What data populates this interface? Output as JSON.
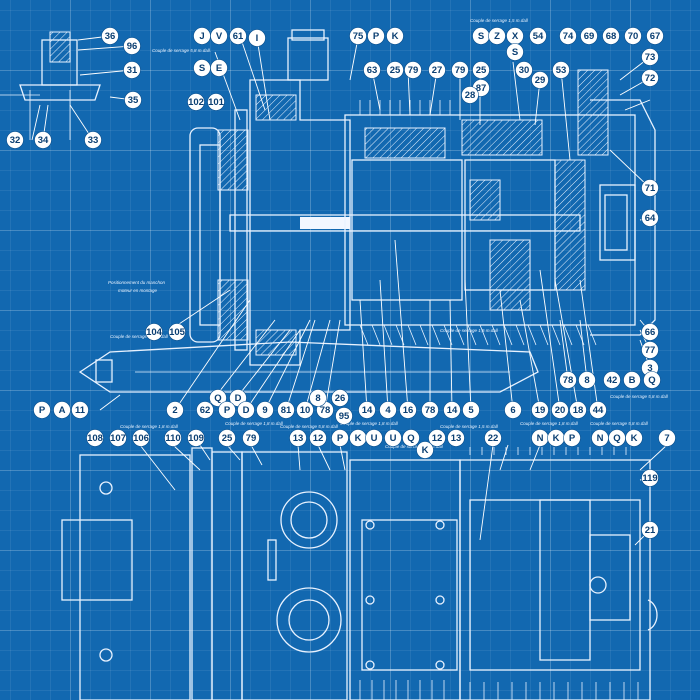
{
  "callouts": [
    "36",
    "96",
    "31",
    "35",
    "32",
    "34",
    "33",
    "J",
    "V",
    "61",
    "I",
    "S",
    "E",
    "102",
    "101",
    "75",
    "P",
    "K",
    "S",
    "Z",
    "X",
    "54",
    "S",
    "74",
    "69",
    "68",
    "70",
    "67",
    "63",
    "25",
    "79",
    "27",
    "79",
    "25",
    "87",
    "30",
    "29",
    "53",
    "73",
    "72",
    "28",
    "71",
    "64",
    "104",
    "105",
    "66",
    "77",
    "3",
    "Q",
    "D",
    "P",
    "A",
    "11",
    "2",
    "62",
    "P",
    "D",
    "9",
    "81",
    "10",
    "78",
    "8",
    "26",
    "95",
    "14",
    "4",
    "16",
    "78",
    "14",
    "5",
    "6",
    "19",
    "20",
    "18",
    "44",
    "78",
    "8",
    "42",
    "B",
    "Q",
    "108",
    "107",
    "106",
    "110",
    "109",
    "25",
    "79",
    "13",
    "12",
    "P",
    "K",
    "U",
    "U",
    "Q",
    "12",
    "13",
    "K",
    "22",
    "N",
    "K",
    "P",
    "N",
    "Q",
    "K",
    "7",
    "119",
    "21"
  ],
  "notes": {
    "couple_1": "Couple de serrage 5,8 m.dall.",
    "couple_2": "Couple de serrage 1,5 m.dall",
    "couple_3": "Couple de serrage 5,8 m.dall",
    "couple_4": "Couple de serrage 1,5 m.dall",
    "couple_5": "Couple de serrage 5,8 m.dall",
    "couple_6": "Couple de serrage 1,8 m.dall",
    "couple_7": "Couple de serrage 1,8 m.dall",
    "couple_8": "Couple de serrage 5,8 m.dall",
    "couple_9": "Couple de serrage 1,8 m.dall",
    "couple_10": "Couple de serrage 5,8 m.dall",
    "couple_11": "Couple de serrage 1,5 m.dall",
    "couple_12": "Couple de serrage 1,8 m.dall",
    "couple_13": "Couple de serrage 5,8 m.dall",
    "positionnement_1": "Positionnement du manchon",
    "positionnement_2": "moteur en montage"
  },
  "colors": {
    "background": "#1268b0",
    "ink": "#e8f2ff",
    "bubble_fill": "#ffffff",
    "bubble_text": "#0b3f72"
  }
}
